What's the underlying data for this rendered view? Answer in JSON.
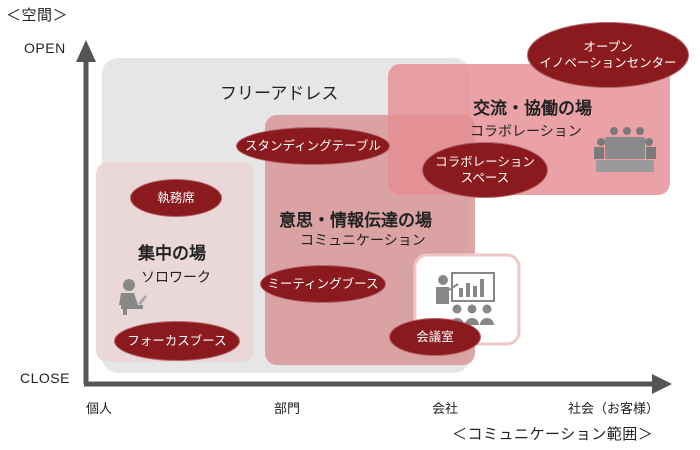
{
  "axes": {
    "y_title": "＜空間＞",
    "y_top": "OPEN",
    "y_bottom": "CLOSE",
    "x_title": "＜コミュニケーション範囲＞",
    "x_ticks": [
      "個人",
      "部門",
      "会社",
      "社会（お客様）"
    ]
  },
  "regions": {
    "free_address": {
      "title": "フリーアドレス"
    },
    "collab": {
      "title": "交流・協働の場",
      "sub": "コラボレーション"
    },
    "info": {
      "title": "意思・情報伝達の場",
      "sub": "コミュニケーション"
    },
    "focus": {
      "title": "集中の場",
      "sub": "ソロワーク"
    }
  },
  "pills": {
    "open_innovation": {
      "line1": "オープン",
      "line2": "イノベーションセンター"
    },
    "standing_table": "スタンディングテーブル",
    "collab_space": {
      "line1": "コラボレーション",
      "line2": "スペース"
    },
    "desk": "執務席",
    "meeting_booth": "ミーティングブース",
    "meeting_room": "会議室",
    "focus_booth": "フォーカスブース"
  },
  "colors": {
    "accent": "#8b1a1f",
    "free_bg": "#e6e6e6",
    "collab_bg": "#e99a9c",
    "info_bg": "#dca3a5",
    "focus_bg": "#ead7d7",
    "axis": "#555555",
    "icon": "#888888"
  }
}
